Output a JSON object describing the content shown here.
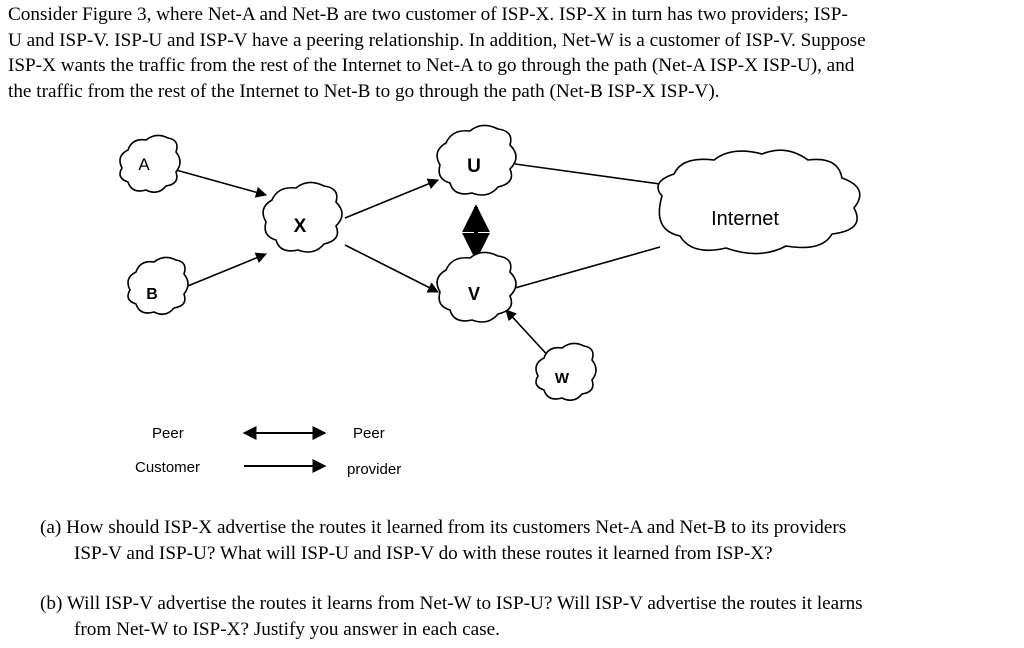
{
  "intro": {
    "lines": [
      "Consider Figure 3, where Net-A and Net-B are two customer of ISP-X. ISP-X in turn has two providers; ISP-",
      "U and ISP-V. ISP-U and ISP-V have a peering relationship. In addition, Net-W is a customer of ISP-V. Suppose",
      "ISP-X wants the traffic from the rest of the Internet to Net-A to go through the path (Net-A ISP-X ISP-U), and",
      "the traffic from the rest of the Internet to Net-B to go through the path (Net-B ISP-X ISP-V)."
    ]
  },
  "figure": {
    "nodes": {
      "A": "A",
      "B": "B",
      "X": "X",
      "U": "U",
      "V": "V",
      "W": "W",
      "internet": "Internet"
    },
    "legend": {
      "peer_left": "Peer",
      "peer_right": "Peer",
      "customer": "Customer",
      "provider": "provider"
    }
  },
  "questions": {
    "a": {
      "line1": "(a)  How should ISP-X advertise the routes it learned from its customers Net-A and Net-B to its providers",
      "line2": "ISP-V and ISP-U? What will ISP-U and ISP-V do with these routes it learned from ISP-X?"
    },
    "b": {
      "line1": "(b)  Will ISP-V advertise the routes it learns from Net-W to ISP-U? Will ISP-V advertise the routes it learns",
      "line2": "from Net-W to ISP-X? Justify you answer in each case."
    }
  }
}
